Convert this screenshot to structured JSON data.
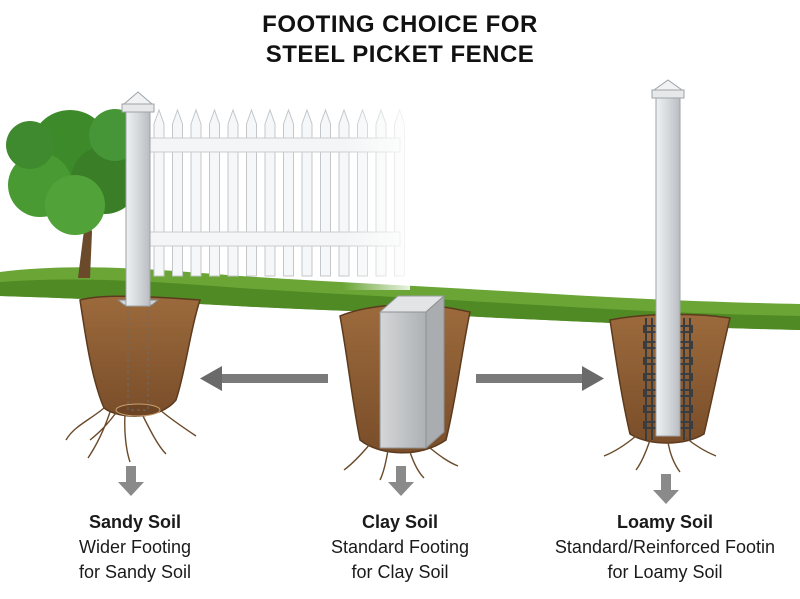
{
  "title": {
    "line1": "FOOTING CHOICE FOR",
    "line2": "STEEL PICKET FENCE"
  },
  "columns": [
    {
      "soil": "Sandy Soil",
      "line1": "Wider Footing",
      "line2": "for Sandy Soil"
    },
    {
      "soil": "Clay Soil",
      "line1": "Standard Footing",
      "line2": "for Clay Soil"
    },
    {
      "soil": "Loamy Soil",
      "line1": "Standard/Reinforced Footin",
      "line2": "for Loamy Soil"
    }
  ],
  "colors": {
    "grass": "#5f9a2c",
    "soil": "#8a5a32",
    "soil_dark": "#5c3a1e",
    "concrete": "#bfc2c4",
    "steel": "#d9dde0",
    "arrow": "#7a7a7a",
    "tree": "#3f8a2a"
  },
  "icons": [
    "tree-icon",
    "left-arrow-icon",
    "right-arrow-icon",
    "down-arrow-icon"
  ]
}
